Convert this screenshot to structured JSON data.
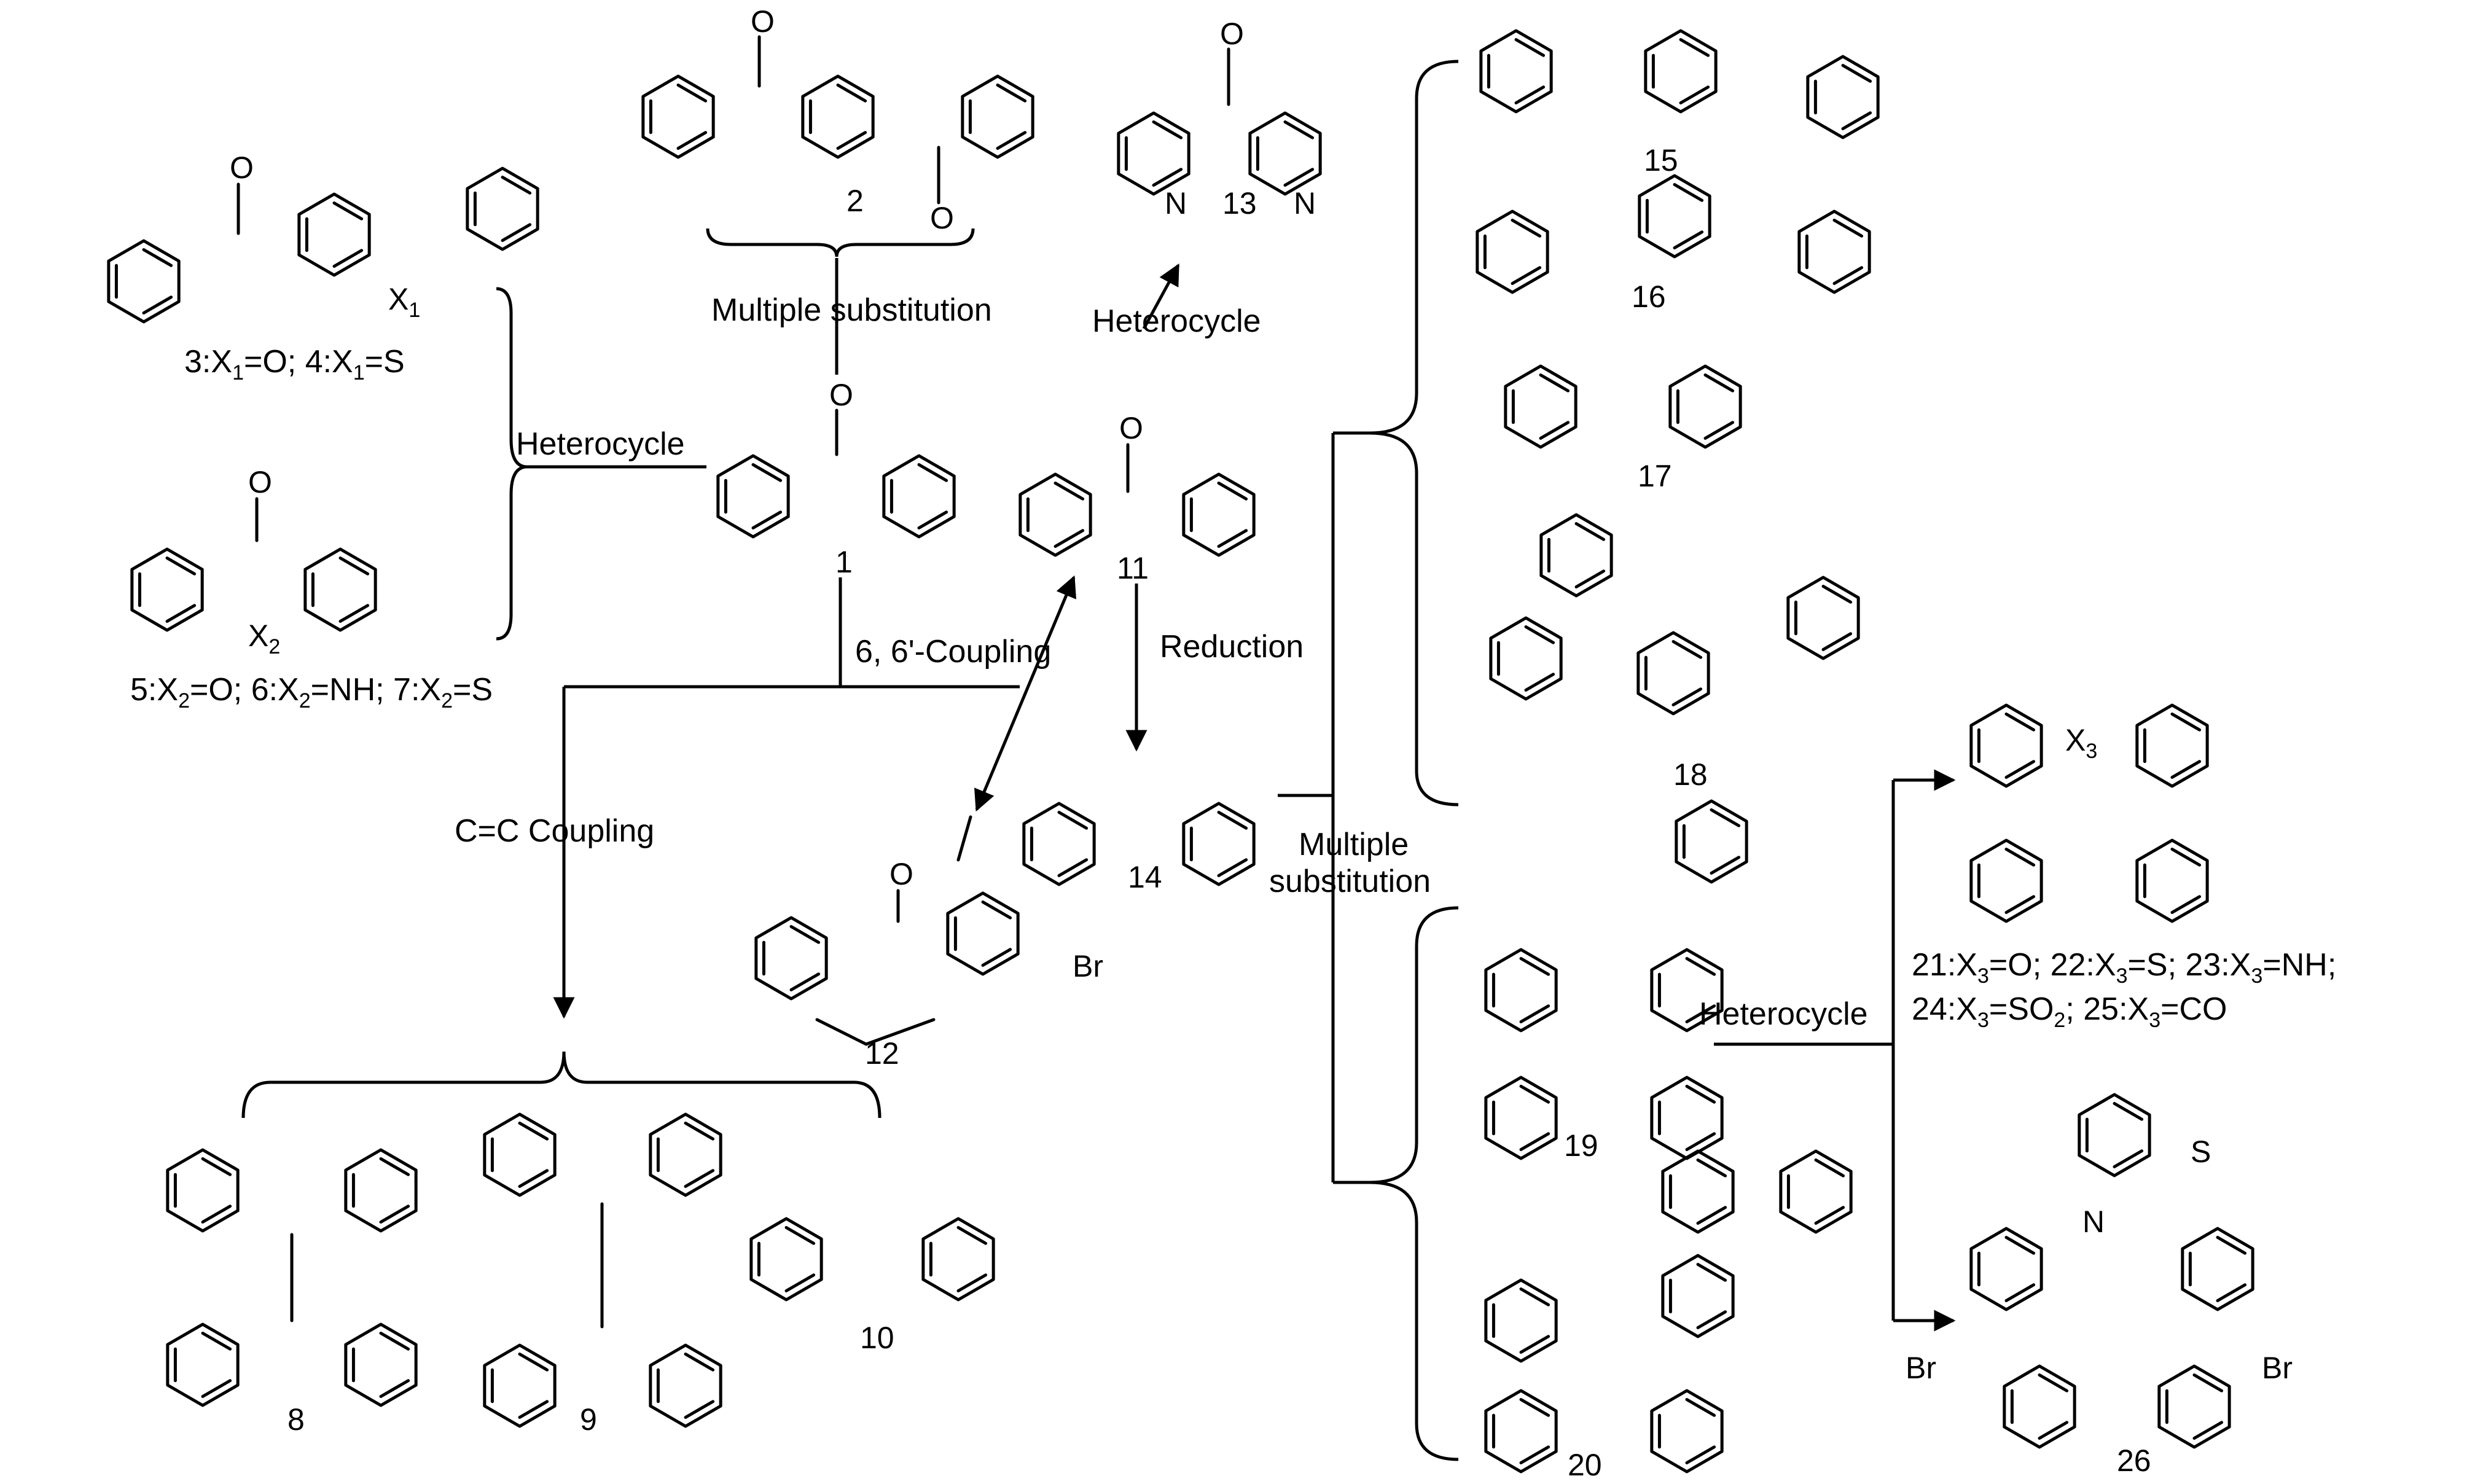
{
  "labels": {
    "multiple_substitution_top": "Multiple substitution",
    "heterocycle_top": "Heterocycle",
    "heterocycle_left": "Heterocycle",
    "coupling_66": "6, 6'-Coupling",
    "reduction": "Reduction",
    "cc_coupling": "C=C Coupling",
    "multiple_substitution_mid_1": "Multiple",
    "multiple_substitution_mid_2": "substitution",
    "heterocycle_right": "Heterocycle"
  },
  "compounds": {
    "c1": "1",
    "c2": "2",
    "c8": "8",
    "c9": "9",
    "c10": "10",
    "c11": "11",
    "c12": "12",
    "c13": "13",
    "c14": "14",
    "c15": "15",
    "c16": "16",
    "c17": "17",
    "c18": "18",
    "c19": "19",
    "c20": "20",
    "c26": "26"
  },
  "substituents": {
    "c34": {
      "a1": "3:X",
      "s1": "1",
      "b1": "=O; 4:X",
      "s2": "1",
      "c1": "=S"
    },
    "c567": {
      "a1": "5:X",
      "s1": "2",
      "b1": "=O; 6:X",
      "s2": "2",
      "b2": "=NH; 7:X",
      "s3": "2",
      "c1": "=S"
    },
    "c2125_line1": {
      "a1": "21:X",
      "s1": "3",
      "b1": "=O; 22:X",
      "s2": "3",
      "b2": "=S; 23:X",
      "s3": "3",
      "c1": "=NH;"
    },
    "c2125_line2": {
      "a1": "24:X",
      "s1": "3",
      "b1": "=SO",
      "s2": "2",
      "b2": "; 25:X",
      "s3": "3",
      "c1": "=CO"
    }
  },
  "atoms": {
    "O": "O",
    "N": "N",
    "S": "S",
    "Br": "Br",
    "X": "X",
    "x1_sub": "1",
    "x2_sub": "2",
    "x3_sub": "3"
  }
}
